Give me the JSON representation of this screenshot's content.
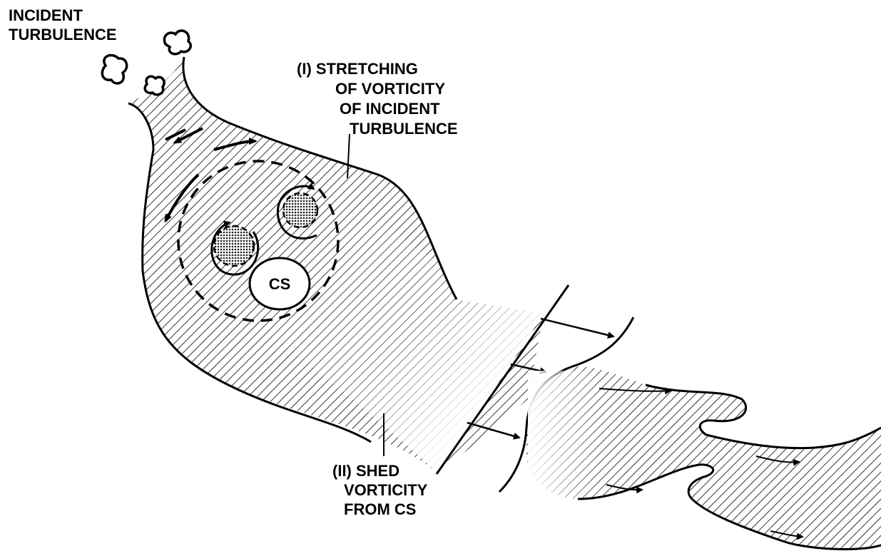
{
  "labels": {
    "incident": [
      "INCIDENT",
      "TURBULENCE"
    ],
    "stretching": [
      "(I) STRETCHING",
      "OF VORTICITY",
      "OF INCIDENT",
      "TURBULENCE"
    ],
    "shed": [
      "(II) SHED",
      "VORTICITY",
      "FROM CS"
    ],
    "cs": "CS"
  },
  "colors": {
    "ink": "#000000",
    "paper": "#ffffff",
    "core_fill": "#555555"
  }
}
